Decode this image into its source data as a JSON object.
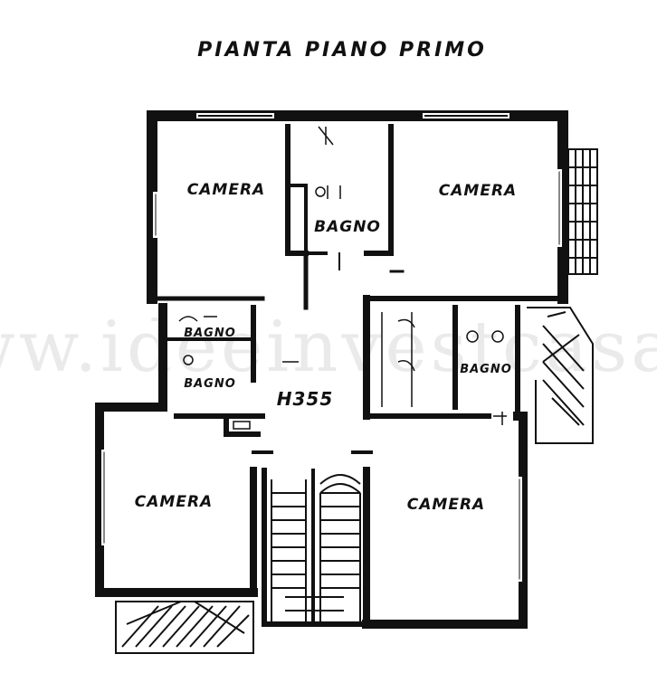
{
  "plan": {
    "title": "PIANTA PIANO PRIMO",
    "rooms": {
      "camera_nw": "CAMERA",
      "camera_ne": "CAMERA",
      "camera_sw": "CAMERA",
      "camera_se": "CAMERA",
      "bagno_top": "BAGNO",
      "bagno_left_top": "BAGNO",
      "bagno_left_bottom": "BAGNO",
      "bagno_right": "BAGNO"
    },
    "height_label": "H355",
    "watermark": "www.ideeinvestcasa.it"
  }
}
